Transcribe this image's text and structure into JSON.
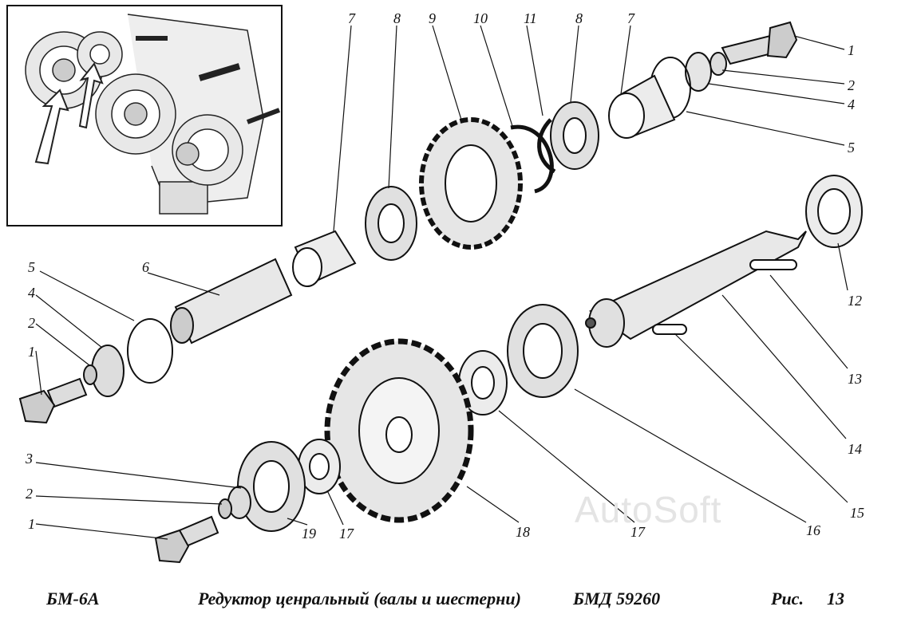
{
  "footer": {
    "model": "БМ-6А",
    "title": "Редуктор ценральный  (валы и шестерни)",
    "code": "БМД 59260",
    "fig_label": "Рис.",
    "fig_number": "13"
  },
  "watermark": "AutoSoft",
  "callouts": {
    "c1": "1",
    "c2": "2",
    "c3": "4",
    "c4": "5",
    "c5": "7",
    "c6": "8",
    "c7": "11",
    "c8": "10",
    "c9": "9",
    "c10": "8",
    "c11": "7",
    "c12": "6",
    "c13": "5",
    "c14": "4",
    "c15": "2",
    "c16": "1",
    "c17": "12",
    "c18": "13",
    "c19": "14",
    "c20": "15",
    "c21": "16",
    "c22": "17",
    "c23": "18",
    "c24": "17",
    "c25": "19",
    "c26": "3",
    "c27": "2",
    "c28": "1"
  }
}
